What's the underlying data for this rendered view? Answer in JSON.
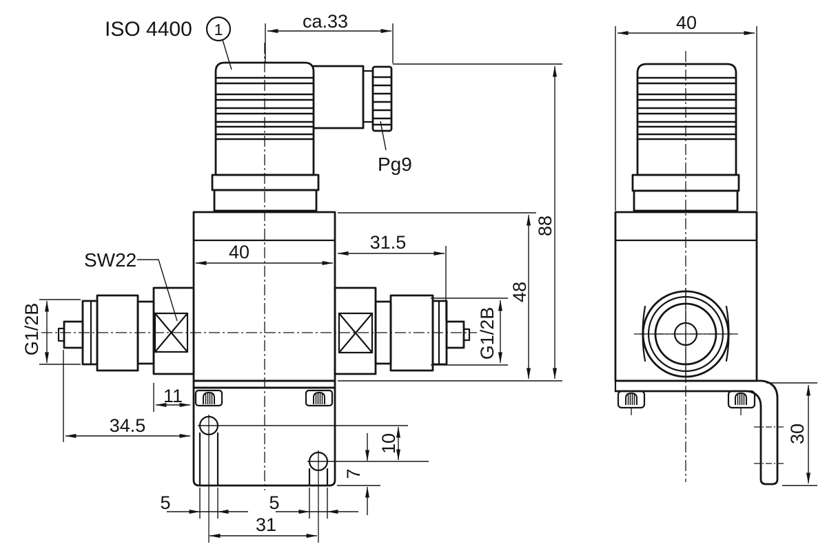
{
  "colors": {
    "ink": "#141414",
    "paper": "#ffffff"
  },
  "labels": {
    "iso": "ISO 4400",
    "iso_note": "1",
    "pg9": "Pg9",
    "sw22": "SW22",
    "g12b_left": "G1/2B",
    "g12b_right": "G1/2B"
  },
  "dims": {
    "ca33": "ca.33",
    "w40_side": "40",
    "h88": "88",
    "w40_body": "40",
    "d315": "31.5",
    "h48": "48",
    "d11": "11",
    "d345": "34.5",
    "d10": "10",
    "d7": "7",
    "d5_left": "5",
    "d5_right": "5",
    "d31": "31",
    "d30": "30"
  }
}
